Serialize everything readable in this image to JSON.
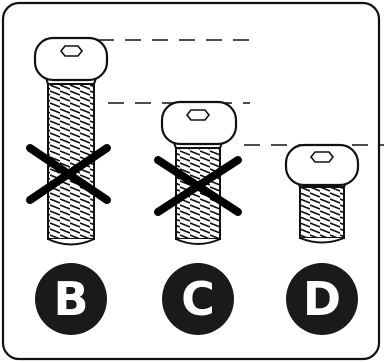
{
  "diagram": {
    "screws": [
      {
        "label": "B",
        "crossed": true
      },
      {
        "label": "C",
        "crossed": true
      },
      {
        "label": "D",
        "crossed": false
      }
    ]
  }
}
